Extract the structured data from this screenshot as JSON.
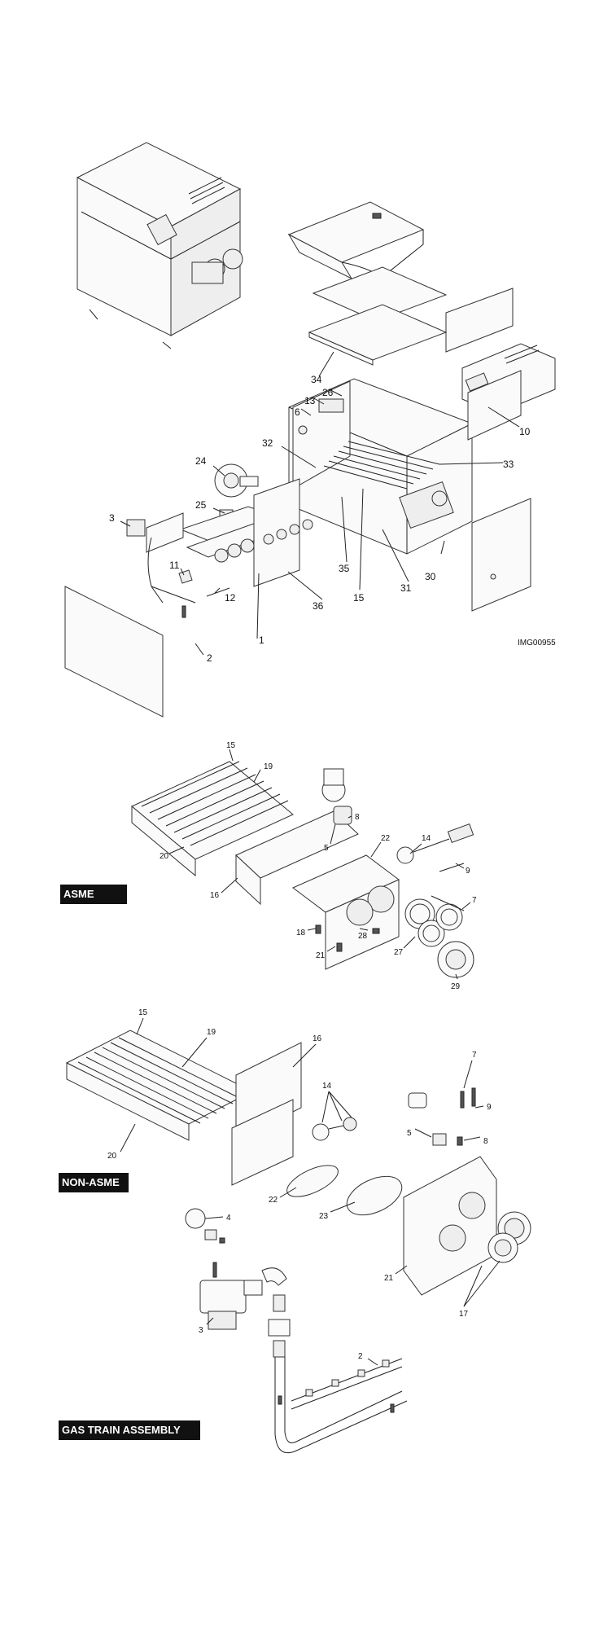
{
  "image_ref": "IMG00955",
  "section_labels": {
    "asme": "ASME",
    "non_asme": "NON-ASME",
    "gas_train": "GAS TRAIN ASSEMBLY"
  },
  "callouts": [
    {
      "id": "c-main-34",
      "text": "34"
    },
    {
      "id": "c-main-26",
      "text": "26"
    },
    {
      "id": "c-main-13",
      "text": "13"
    },
    {
      "id": "c-main-6",
      "text": "6"
    },
    {
      "id": "c-main-10",
      "text": "10"
    },
    {
      "id": "c-main-32",
      "text": "32"
    },
    {
      "id": "c-main-33",
      "text": "33"
    },
    {
      "id": "c-main-24",
      "text": "24"
    },
    {
      "id": "c-main-25",
      "text": "25"
    },
    {
      "id": "c-main-3",
      "text": "3"
    },
    {
      "id": "c-main-11",
      "text": "11"
    },
    {
      "id": "c-main-12",
      "text": "12"
    },
    {
      "id": "c-main-2",
      "text": "2"
    },
    {
      "id": "c-main-1",
      "text": "1"
    },
    {
      "id": "c-main-36",
      "text": "36"
    },
    {
      "id": "c-main-35",
      "text": "35"
    },
    {
      "id": "c-main-15",
      "text": "15"
    },
    {
      "id": "c-main-31",
      "text": "31"
    },
    {
      "id": "c-main-30",
      "text": "30"
    },
    {
      "id": "c-asme-15",
      "text": "15"
    },
    {
      "id": "c-asme-19",
      "text": "19"
    },
    {
      "id": "c-asme-20",
      "text": "20"
    },
    {
      "id": "c-asme-16",
      "text": "16"
    },
    {
      "id": "c-asme-8",
      "text": "8"
    },
    {
      "id": "c-asme-5",
      "text": "5"
    },
    {
      "id": "c-asme-22",
      "text": "22"
    },
    {
      "id": "c-asme-14",
      "text": "14"
    },
    {
      "id": "c-asme-9",
      "text": "9"
    },
    {
      "id": "c-asme-7",
      "text": "7"
    },
    {
      "id": "c-asme-18",
      "text": "18"
    },
    {
      "id": "c-asme-28",
      "text": "28"
    },
    {
      "id": "c-asme-21",
      "text": "21"
    },
    {
      "id": "c-asme-27",
      "text": "27"
    },
    {
      "id": "c-asme-29",
      "text": "29"
    },
    {
      "id": "c-non-15",
      "text": "15"
    },
    {
      "id": "c-non-19",
      "text": "19"
    },
    {
      "id": "c-non-16",
      "text": "16"
    },
    {
      "id": "c-non-20",
      "text": "20"
    },
    {
      "id": "c-non-14",
      "text": "14"
    },
    {
      "id": "c-non-7",
      "text": "7"
    },
    {
      "id": "c-non-9",
      "text": "9"
    },
    {
      "id": "c-non-5",
      "text": "5"
    },
    {
      "id": "c-non-8",
      "text": "8"
    },
    {
      "id": "c-non-22",
      "text": "22"
    },
    {
      "id": "c-non-23",
      "text": "23"
    },
    {
      "id": "c-non-21",
      "text": "21"
    },
    {
      "id": "c-non-17",
      "text": "17"
    },
    {
      "id": "c-gas-4",
      "text": "4"
    },
    {
      "id": "c-gas-3",
      "text": "3"
    },
    {
      "id": "c-gas-2",
      "text": "2"
    }
  ]
}
